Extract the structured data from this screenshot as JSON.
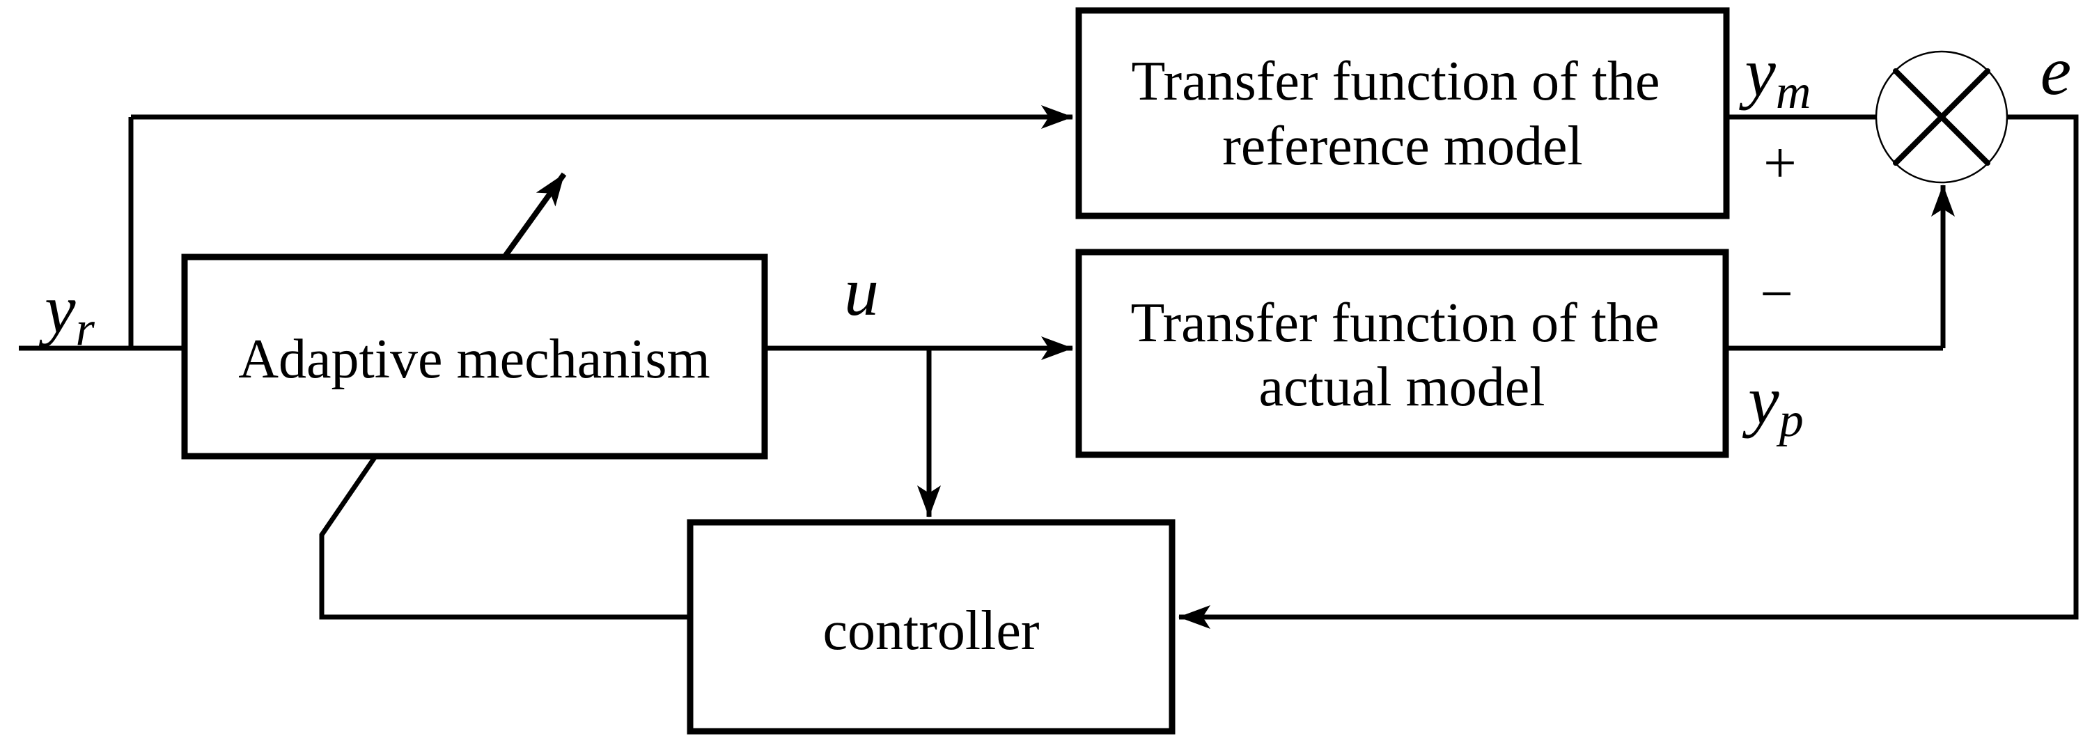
{
  "diagram": {
    "type": "block-diagram",
    "subject": "model reference adaptive control loop",
    "blocks": {
      "reference_model": {
        "line1": "Transfer function of the",
        "line2": "reference model"
      },
      "actual_model": {
        "line1": "Transfer function of the",
        "line2": "actual model"
      },
      "adaptive_mechanism": {
        "label": "Adaptive mechanism"
      },
      "controller": {
        "label": "controller"
      }
    },
    "signals": {
      "reference_input": {
        "base": "y",
        "sub": "r"
      },
      "control": "u",
      "model_output": {
        "base": "y",
        "sub": "m"
      },
      "plant_output": {
        "base": "y",
        "sub": "p"
      },
      "error": "e",
      "plus_sign": "+",
      "minus_sign": "−"
    },
    "colors": {
      "stroke": "#000000",
      "text": "#000000",
      "background": "#ffffff"
    }
  }
}
